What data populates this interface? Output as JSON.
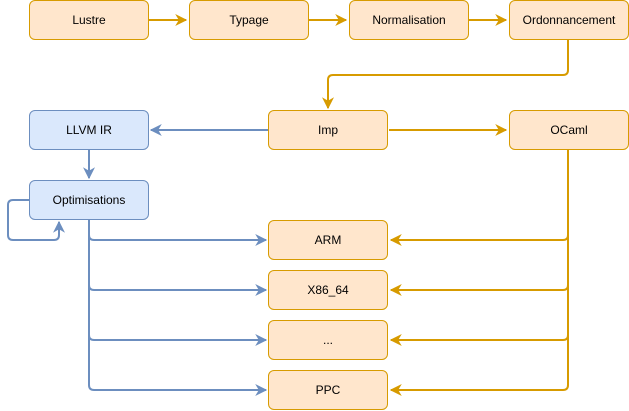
{
  "colors": {
    "orange_fill": "#ffe6cc",
    "orange_stroke": "#d79b00",
    "blue_fill": "#dae8fc",
    "blue_stroke": "#6c8ebf",
    "edge_orange": "#d79b00",
    "edge_blue": "#6c8ebf"
  },
  "nodes": {
    "lustre": "Lustre",
    "typage": "Typage",
    "normalisation": "Normalisation",
    "ordonnancement": "Ordonnancement",
    "llvm_ir": "LLVM IR",
    "imp": "Imp",
    "ocaml": "OCaml",
    "optimisations": "Optimisations",
    "arm": "ARM",
    "x86_64": "X86_64",
    "ellipsis": "...",
    "ppc": "PPC"
  },
  "edges": [
    {
      "from": "lustre",
      "to": "typage",
      "color": "orange"
    },
    {
      "from": "typage",
      "to": "normalisation",
      "color": "orange"
    },
    {
      "from": "normalisation",
      "to": "ordonnancement",
      "color": "orange"
    },
    {
      "from": "ordonnancement",
      "to": "imp",
      "color": "orange"
    },
    {
      "from": "imp",
      "to": "ocaml",
      "color": "orange"
    },
    {
      "from": "imp",
      "to": "llvm_ir",
      "color": "blue"
    },
    {
      "from": "llvm_ir",
      "to": "optimisations",
      "color": "blue"
    },
    {
      "from": "optimisations",
      "to": "optimisations",
      "color": "blue"
    },
    {
      "from": "optimisations",
      "to": "arm",
      "color": "blue"
    },
    {
      "from": "optimisations",
      "to": "x86_64",
      "color": "blue"
    },
    {
      "from": "optimisations",
      "to": "ellipsis",
      "color": "blue"
    },
    {
      "from": "optimisations",
      "to": "ppc",
      "color": "blue"
    },
    {
      "from": "ocaml",
      "to": "arm",
      "color": "orange"
    },
    {
      "from": "ocaml",
      "to": "x86_64",
      "color": "orange"
    },
    {
      "from": "ocaml",
      "to": "ellipsis",
      "color": "orange"
    },
    {
      "from": "ocaml",
      "to": "ppc",
      "color": "orange"
    }
  ]
}
